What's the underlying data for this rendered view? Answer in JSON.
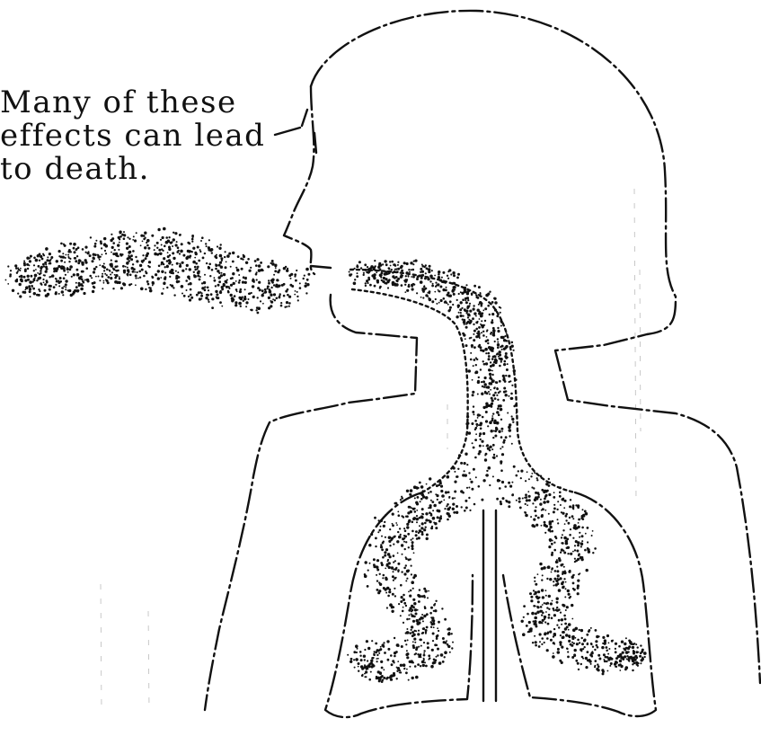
{
  "caption": {
    "lines": [
      "Many of these",
      "effects can lead",
      "to death."
    ]
  },
  "figure": {
    "ink_color": "#111111",
    "background": "#ffffff"
  }
}
